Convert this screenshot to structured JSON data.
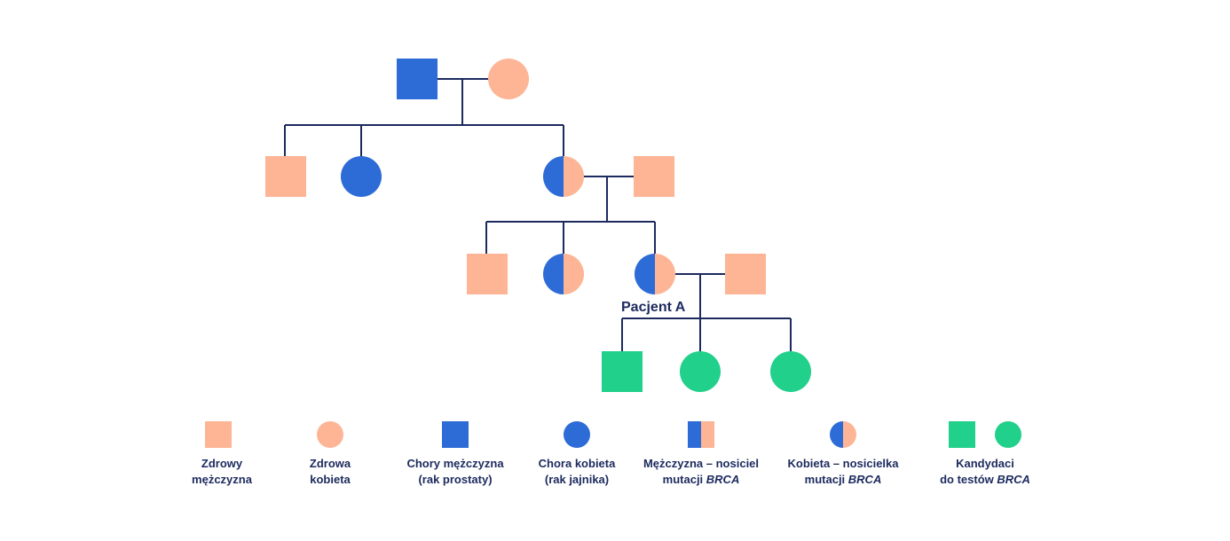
{
  "colors": {
    "healthy": "#fdb596",
    "affected": "#2d6bd6",
    "candidate": "#21d08a",
    "line": "#1c2a5e"
  },
  "patient_label": "Pacjent A",
  "legend": [
    {
      "symbol": "square",
      "fill": "healthy",
      "line1": "Zdrowy",
      "line2": "mężczyzna",
      "line2_em": ""
    },
    {
      "symbol": "circle",
      "fill": "healthy",
      "line1": "Zdrowa",
      "line2": "kobieta",
      "line2_em": ""
    },
    {
      "symbol": "square",
      "fill": "affected",
      "line1": "Chory mężczyzna",
      "line2": "(rak prostaty)",
      "line2_em": ""
    },
    {
      "symbol": "circle",
      "fill": "affected",
      "line1": "Chora kobieta",
      "line2": "(rak jajnika)",
      "line2_em": ""
    },
    {
      "symbol": "square",
      "fill": "carrier",
      "line1": "Mężczyzna – nosiciel",
      "line2": "mutacji ",
      "line2_em": "BRCA"
    },
    {
      "symbol": "circle",
      "fill": "carrier",
      "line1": "Kobieta – nosicielka",
      "line2": "mutacji ",
      "line2_em": "BRCA"
    },
    {
      "symbol": "square+circle",
      "fill": "candidate",
      "line1": "Kandydaci",
      "line2": "do testów ",
      "line2_em": "BRCA"
    }
  ]
}
